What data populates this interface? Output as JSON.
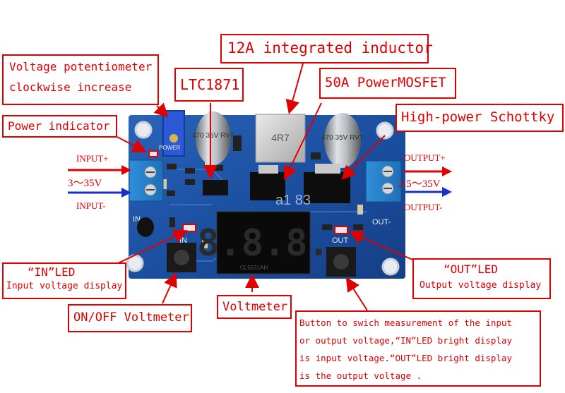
{
  "labels": {
    "inductor": "12A integrated inductor",
    "potentiometer_line1": "Voltage potentiometer",
    "potentiometer_line2": "clockwise increase",
    "ltc": "LTC1871",
    "mosfet": "50A PowerMOSFET",
    "schottky": "High-power Schottky",
    "power_indicator": "Power indicator",
    "in_led_title": "“IN”LED",
    "in_led_desc": "Input voltage display",
    "out_led_title": "“OUT”LED",
    "out_led_desc": "Output voltage display",
    "onoff": "ON/OFF Voltmeter",
    "voltmeter": "Voltmeter",
    "button_desc_1": "Button to swich measurement of the input",
    "button_desc_2": "or output voltage,“IN”LED bright display",
    "button_desc_3": "is input voltage.“OUT”LED bright display",
    "button_desc_4": "is the output voltage ."
  },
  "side": {
    "input_plus": "INPUT+",
    "input_range": "3～35V",
    "input_minus": "INPUT-",
    "output_plus": "OUTPUT+",
    "output_range": "3.5～35V",
    "output_minus": "OUTPUT-"
  },
  "board": {
    "display_digits": "8.8.8.",
    "cap_left": "470 35V RVT",
    "cap_right": "470 35V RVT",
    "inductor_mark": "4R7",
    "pcb_in": "IN",
    "pcb_out": "OUT",
    "pcb_in_minus": "IN-",
    "pcb_out_minus": "OUT-",
    "pcb_power": "POWER",
    "chip_mark": "a1 83",
    "display_model": "CL5631AH"
  },
  "colors": {
    "accent_red": "#e00000",
    "pcb_blue": "#1b4fa0",
    "terminal_blue": "#2f8fd8",
    "input_arrow_blue": "#1a2fd0"
  }
}
